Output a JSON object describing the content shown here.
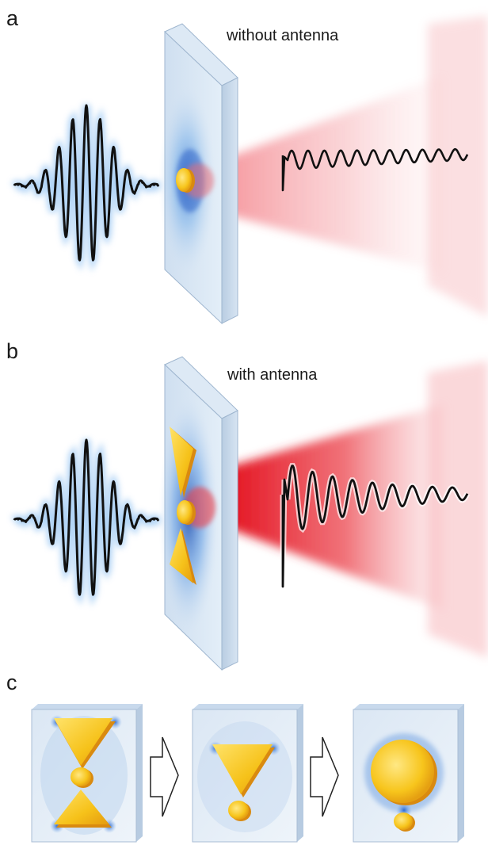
{
  "panels": [
    {
      "letter": "a",
      "caption": "without antenna"
    },
    {
      "letter": "b",
      "caption": "with antenna"
    },
    {
      "letter": "c"
    }
  ],
  "colors": {
    "slab_face": "#cbdcee",
    "slab_edge": "#9fb6cf",
    "glow_blue": "#3a8fe0",
    "beam_red": "#e8202a",
    "gold": "#f6c21a",
    "gold_dark": "#d98a10",
    "wave_line": "#111111",
    "arrow_fill": "#ffffff",
    "arrow_stroke": "#222222"
  },
  "icons": {
    "incident_pulse": "incident-pulse-icon",
    "substrate": "substrate-slab-icon",
    "disk": "gold-disk-icon",
    "bowtie": "bowtie-antenna-icon",
    "emitted_beam": "emitted-beam-icon",
    "emitted_wave": "emitted-wave-icon",
    "transition_arrow": "hollow-right-arrow-icon"
  }
}
